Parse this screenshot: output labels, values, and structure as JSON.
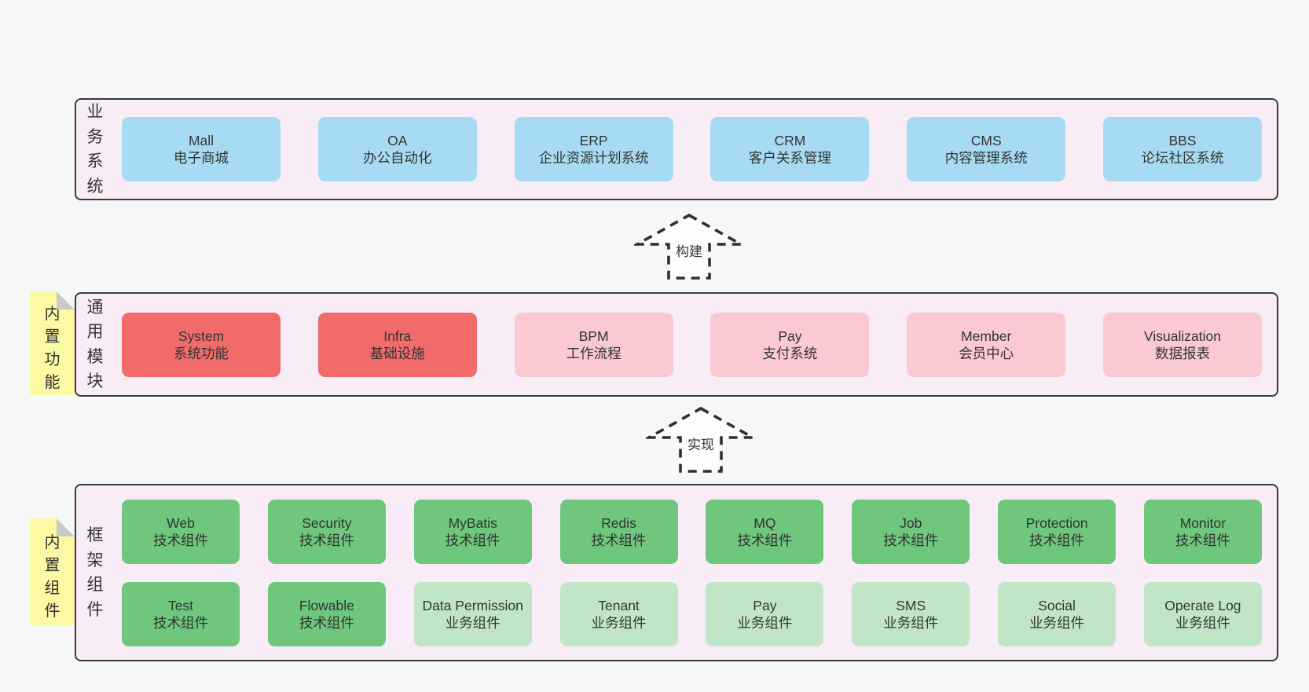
{
  "colors": {
    "page_bg": "#f7f7f7",
    "panel_bg": "#f8edf6",
    "panel_border": "#3a3a3a",
    "blue": "#a7dbf3",
    "red": "#f16b6b",
    "pink": "#fbc9d2",
    "green": "#6ec77d",
    "green_light": "#c1e6c7",
    "yellow": "#fbf9a3",
    "fold_gray": "#c9c9c9",
    "text": "#333333",
    "arrow_line": "#2f2f2f",
    "arrow_fill": "#fdfdfd"
  },
  "tabs": [
    {
      "label": "内置功能"
    },
    {
      "label": "内置组件"
    }
  ],
  "arrows": [
    {
      "label": "构建"
    },
    {
      "label": "实现"
    }
  ],
  "panels": [
    {
      "id": "business-systems",
      "label": "业务系统",
      "rows": [
        [
          {
            "name": "Mall",
            "desc": "电子商城",
            "style": "blue"
          },
          {
            "name": "OA",
            "desc": "办公自动化",
            "style": "blue"
          },
          {
            "name": "ERP",
            "desc": "企业资源计划系统",
            "style": "blue"
          },
          {
            "name": "CRM",
            "desc": "客户关系管理",
            "style": "blue"
          },
          {
            "name": "CMS",
            "desc": "内容管理系统",
            "style": "blue"
          },
          {
            "name": "BBS",
            "desc": "论坛社区系统",
            "style": "blue"
          }
        ]
      ]
    },
    {
      "id": "common-modules",
      "label": "通用模块",
      "rows": [
        [
          {
            "name": "System",
            "desc": "系统功能",
            "style": "red"
          },
          {
            "name": "Infra",
            "desc": "基础设施",
            "style": "red"
          },
          {
            "name": "BPM",
            "desc": "工作流程",
            "style": "pink"
          },
          {
            "name": "Pay",
            "desc": "支付系统",
            "style": "pink"
          },
          {
            "name": "Member",
            "desc": "会员中心",
            "style": "pink"
          },
          {
            "name": "Visualization",
            "desc": "数据报表",
            "style": "pink"
          }
        ]
      ]
    },
    {
      "id": "framework-components",
      "label": "框架组件",
      "rows": [
        [
          {
            "name": "Web",
            "desc": "技术组件",
            "style": "green"
          },
          {
            "name": "Security",
            "desc": "技术组件",
            "style": "green"
          },
          {
            "name": "MyBatis",
            "desc": "技术组件",
            "style": "green"
          },
          {
            "name": "Redis",
            "desc": "技术组件",
            "style": "green"
          },
          {
            "name": "MQ",
            "desc": "技术组件",
            "style": "green"
          },
          {
            "name": "Job",
            "desc": "技术组件",
            "style": "green"
          },
          {
            "name": "Protection",
            "desc": "技术组件",
            "style": "green"
          },
          {
            "name": "Monitor",
            "desc": "技术组件",
            "style": "green"
          }
        ],
        [
          {
            "name": "Test",
            "desc": "技术组件",
            "style": "green"
          },
          {
            "name": "Flowable",
            "desc": "技术组件",
            "style": "green"
          },
          {
            "name": "Data Permission",
            "desc": "业务组件",
            "style": "green-light"
          },
          {
            "name": "Tenant",
            "desc": "业务组件",
            "style": "green-light"
          },
          {
            "name": "Pay",
            "desc": "业务组件",
            "style": "green-light"
          },
          {
            "name": "SMS",
            "desc": "业务组件",
            "style": "green-light"
          },
          {
            "name": "Social",
            "desc": "业务组件",
            "style": "green-light"
          },
          {
            "name": "Operate Log",
            "desc": "业务组件",
            "style": "green-light"
          }
        ]
      ]
    }
  ]
}
